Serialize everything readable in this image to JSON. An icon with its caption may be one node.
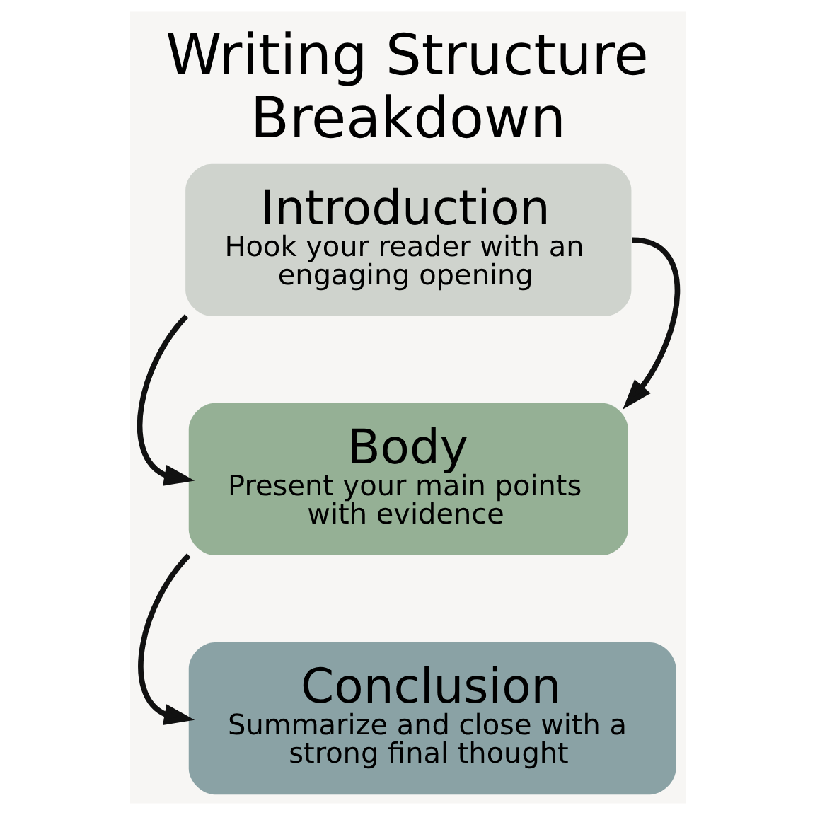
{
  "diagram": {
    "title": "Writing Structure Breakdown",
    "nodes": [
      {
        "text": [
          "Introduction",
          "Hook your reader with an engaging opening"
        ]
      },
      {
        "text": [
          "Body",
          "Present your main points with evidence"
        ]
      },
      {
        "text": [
          "Conclusion",
          "Summarize and close with a strong final thought"
        ]
      }
    ],
    "edges": [
      {
        "from": 0,
        "to": 1,
        "arrow": "to"
      },
      {
        "from": 0,
        "to": 1,
        "arrow": "to"
      },
      {
        "from": 1,
        "to": 2,
        "arrow": "to"
      }
    ]
  }
}
